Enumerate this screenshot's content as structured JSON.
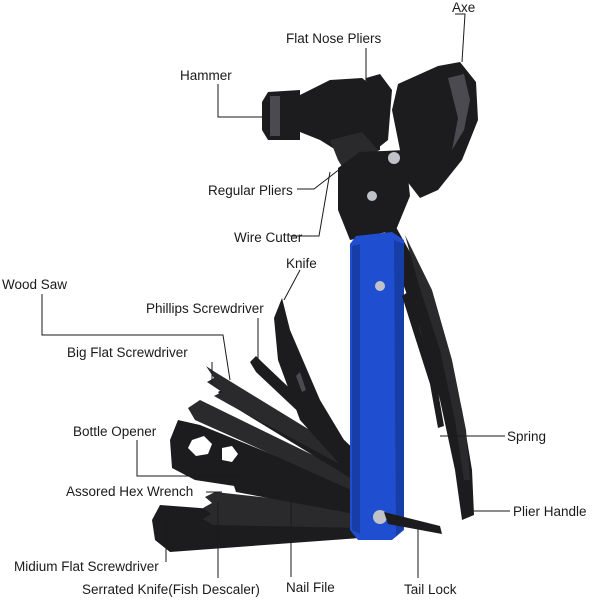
{
  "labels": {
    "axe": "Axe",
    "flat_nose_pliers": "Flat Nose Pliers",
    "hammer": "Hammer",
    "regular_pliers": "Regular Pliers",
    "wire_cutter": "Wire Cutter",
    "knife": "Knife",
    "wood_saw": "Wood Saw",
    "phillips_screwdriver": "Phillips Screwdriver",
    "big_flat_screwdriver": "Big Flat Screwdriver",
    "bottle_opener": "Bottle Opener",
    "assored_hex_wrench": "Assored Hex Wrench",
    "midium_flat_screwdriver": "Midium Flat Screwdriver",
    "serrated_knife": "Serrated Knife(Fish Descaler)",
    "nail_file": "Nail File",
    "tail_lock": "Tail Lock",
    "spring": "Spring",
    "plier_handle": "Plier Handle"
  },
  "colors": {
    "tool_black": "#1c1c1e",
    "handle_blue": "#1f4fd0",
    "line": "#1a1a1a",
    "background": "#ffffff"
  }
}
